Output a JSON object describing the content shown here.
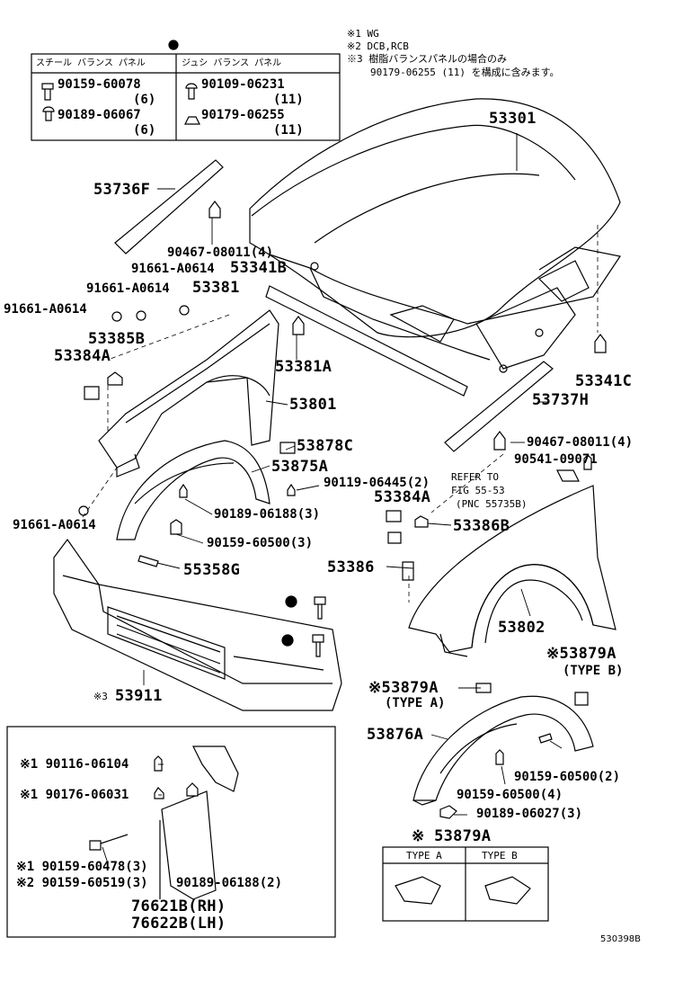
{
  "notes": {
    "n1": "※1  WG",
    "n2": "※2  DCB,RCB",
    "n3": "※3  樹脂バランスパネルの場合のみ",
    "n3b": "90179-06255 (11) を構成に含みます。"
  },
  "fastener_table": {
    "col_steel": "スチール バランス パネル",
    "col_resin": "ジュシ バランス パネル",
    "steel_a": "90159-60078",
    "steel_a_qty": "(6)",
    "steel_b": "90189-06067",
    "steel_b_qty": "(6)",
    "resin_a": "90109-06231",
    "resin_a_qty": "(11)",
    "resin_b": "90179-06255",
    "resin_b_qty": "(11)"
  },
  "parts": {
    "p53301": "53301",
    "p53736F": "53736F",
    "p90467a": "90467-08011(4)",
    "p91661a": "91661-A0614",
    "p53341B": "53341B",
    "p91661b": "91661-A0614",
    "p53381": "53381",
    "p91661c": "91661-A0614",
    "p53385B": "53385B",
    "p53384A": "53384A",
    "p53381A": "53381A",
    "p53801": "53801",
    "p53341C": "53341C",
    "p53737H": "53737H",
    "p90467b": "90467-08011(4)",
    "p53878C": "53878C",
    "p90541": "90541-09071",
    "p53875A": "53875A",
    "p90119": "90119-06445(2)",
    "refer1": "REFER TO",
    "refer2": "FIG 55-53",
    "refer3": "(PNC 55735B)",
    "p53384A_b": "53384A",
    "p91661d": "91661-A0614",
    "p90189a": "90189-06188(3)",
    "p53386B": "53386B",
    "p90159a": "90159-60500(3)",
    "p53386": "53386",
    "p55358G": "55358G",
    "p53802": "53802",
    "p53879A_b": "※53879A",
    "typeb_label": "(TYPE B)",
    "p53879A_a": "※53879A",
    "typea_label": "(TYPE A)",
    "p53911": "53911",
    "p53911_mark": "※3",
    "p53876A": "53876A",
    "p90159b": "90159-60500(2)",
    "p90159c": "90159-60500(4)",
    "p90189b": "90189-06027(3)",
    "p53879A_c": "※  53879A",
    "type_a_hdr": "TYPE A",
    "type_b_hdr": "TYPE B",
    "mud_90116": "※1 90116-06104",
    "mud_90176": "※1 90176-06031",
    "mud_90159a": "※1 90159-60478(3)",
    "mud_90159b": "※2 90159-60519(3)",
    "mud_90189": "90189-06188(2)",
    "mud_rh": "76621B(RH)",
    "mud_lh": "76622B(LH)",
    "code": "530398B"
  }
}
